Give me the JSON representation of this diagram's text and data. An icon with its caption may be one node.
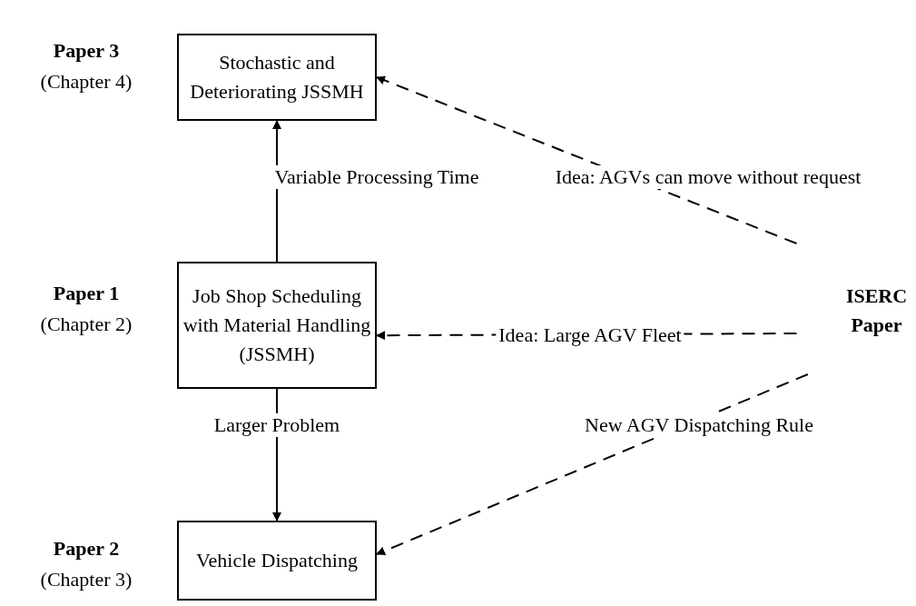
{
  "diagram": {
    "nodes": [
      {
        "text": [
          "Stochastic and Deteriorating JSSMH"
        ],
        "beside": [
          "Paper 3",
          "(Chapter 4)"
        ]
      },
      {
        "text": [
          "Job Shop Scheduling with Material Handling (JSSMH)"
        ],
        "beside": [
          "Paper 1",
          "(Chapter 2)"
        ]
      },
      {
        "text": [
          "Vehicle Dispatching"
        ],
        "beside": [
          "Paper 2",
          "(Chapter 3)"
        ]
      },
      {
        "text": [
          "ISERC Paper"
        ]
      }
    ],
    "edges": [
      {
        "from": 1,
        "to": 0,
        "arrow": "to",
        "label": "Variable Processing Time"
      },
      {
        "from": 1,
        "to": 2,
        "arrow": "to",
        "label": "Larger Problem"
      },
      {
        "from": 3,
        "to": 0,
        "arrow": "to",
        "label": "Idea: AGVs can move without request",
        "style": "dashed"
      },
      {
        "from": 3,
        "to": 1,
        "arrow": "to",
        "label": "Idea: Large AGV Fleet",
        "style": "dashed"
      },
      {
        "from": 3,
        "to": 2,
        "arrow": "to",
        "label": "New AGV Dispatching Rule",
        "style": "dashed"
      }
    ]
  }
}
